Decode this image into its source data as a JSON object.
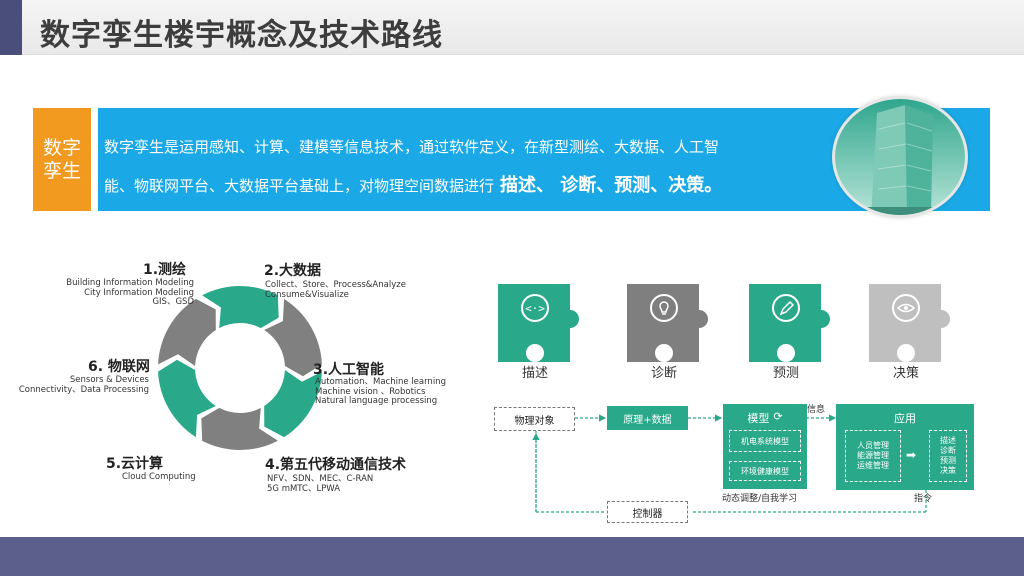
{
  "title": "数字孪生楼宇概念及技术路线",
  "intro": {
    "tag_line1": "数字",
    "tag_line2": "孪生",
    "line1": "数字孪生是运用感知、计算、建模等信息技术，通过软件定义，在新型测绘、大数据、人工智",
    "line2": "能、物联网平台、大数据平台基础上，对物理空间数据进行",
    "emphasis": "描述、 诊断、预测、决策。",
    "image_icon": "building-photo"
  },
  "cycle": {
    "segment_colors": [
      "#2aa88a",
      "#808080"
    ],
    "items": [
      {
        "title": "1.测绘",
        "sub": [
          "Building Information Modeling",
          "City Information Modeling",
          "GIS、GSD"
        ]
      },
      {
        "title": "2.大数据",
        "sub": [
          "Collect、Store、Process&Analyze",
          "Consume&Visualize"
        ]
      },
      {
        "title": "3.人工智能",
        "sub": [
          "Automation、Machine learning",
          "Machine vision 、Robotics",
          "Natural language processing"
        ]
      },
      {
        "title": "4.第五代移动通信技术",
        "sub": [
          "NFV、SDN、MEC、C-RAN",
          "5G mMTC、LPWA"
        ]
      },
      {
        "title": "5.云计算",
        "sub": [
          "Cloud Computing"
        ]
      },
      {
        "title": "6. 物联网",
        "sub": [
          "Sensors & Devices",
          "Connectivity、Data Processing"
        ]
      }
    ]
  },
  "puzzles": [
    {
      "label": "描述",
      "color": "#2aa88a",
      "icon": "code-icon"
    },
    {
      "label": "诊断",
      "color": "#7f7f7f",
      "icon": "lightbulb-icon"
    },
    {
      "label": "预测",
      "color": "#2aa88a",
      "icon": "pencil-icon"
    },
    {
      "label": "决策",
      "color": "#bfbfbf",
      "icon": "eye-icon"
    }
  ],
  "flow": {
    "physical_object": "物理对象",
    "principle_data": "原理+数据",
    "model": "模型",
    "model_sub1": "机电系统模型",
    "model_sub2": "环境健康模型",
    "info": "信息",
    "application": "应用",
    "app_left": [
      "人员管理",
      "能源管理",
      "运维管理"
    ],
    "app_right": [
      "描述",
      "诊断",
      "预测",
      "决策"
    ],
    "dynamic": "动态调整/自我学习",
    "command": "指令",
    "controller": "控制器"
  }
}
